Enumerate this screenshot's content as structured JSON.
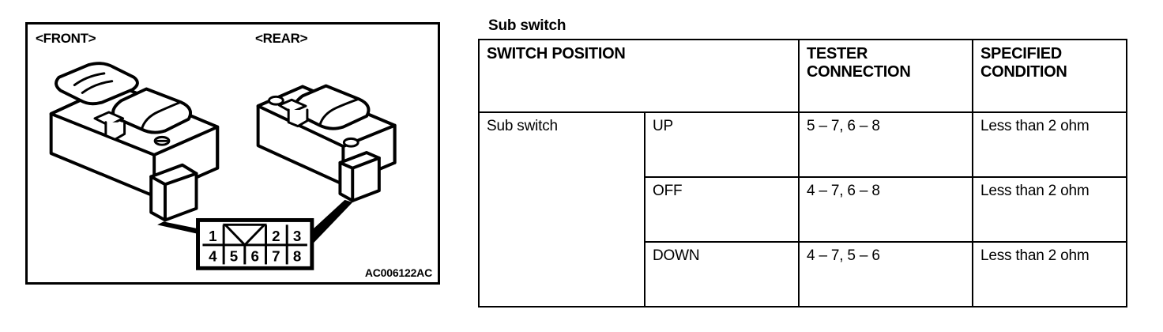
{
  "figure": {
    "front_label": "<FRONT>",
    "rear_label": "<REAR>",
    "part_number": "AC006122AC",
    "connector": {
      "top_row": [
        "1",
        "",
        "",
        "2",
        "3"
      ],
      "bottom_row": [
        "4",
        "5",
        "6",
        "7",
        "8"
      ],
      "notch_marker": "triangle"
    }
  },
  "table": {
    "title": "Sub switch",
    "headers": {
      "switch_position": "SWITCH POSITION",
      "tester_connection": "TESTER\nCONNECTION",
      "tester_connection_line1": "TESTER",
      "tester_connection_line2": "CONNECTION",
      "specified_condition_line1": "SPECIFIED",
      "specified_condition_line2": "CONDITION"
    },
    "group_label": "Sub switch",
    "rows": [
      {
        "position": "UP",
        "tester_connection": "5 – 7, 6 – 8",
        "specified_condition": "Less than 2 ohm"
      },
      {
        "position": "OFF",
        "tester_connection": "4 – 7, 6 – 8",
        "specified_condition": "Less than 2 ohm"
      },
      {
        "position": "DOWN",
        "tester_connection": "4 – 7, 5 – 6",
        "specified_condition": "Less than 2 ohm"
      }
    ]
  },
  "colors": {
    "line": "#000000",
    "background": "#ffffff"
  }
}
